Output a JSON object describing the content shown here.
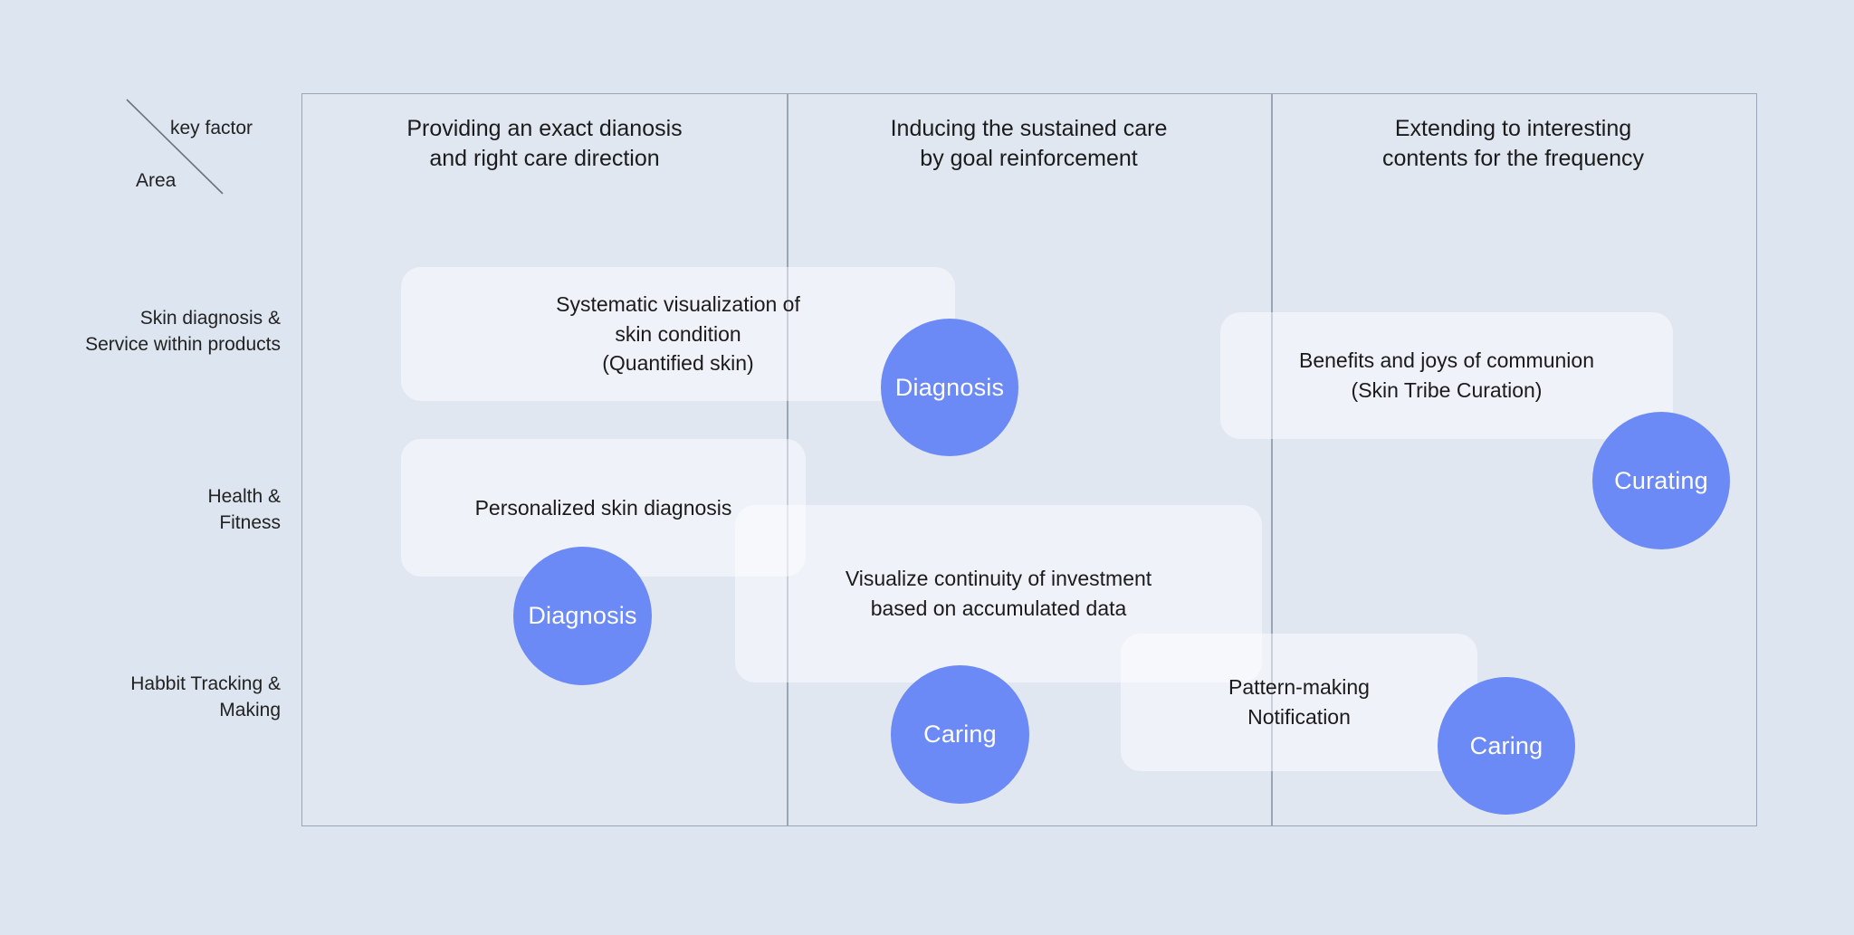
{
  "legend": {
    "key_factor_label": "key factor",
    "area_label": "Area"
  },
  "columns": [
    {
      "header": "Providing an exact dianosis\nand right care direction"
    },
    {
      "header": "Inducing the sustained care\nby goal reinforcement"
    },
    {
      "header": "Extending to interesting\ncontents for the frequency"
    }
  ],
  "rows": [
    {
      "label": "Skin diagnosis &\nService within products"
    },
    {
      "label": "Health &\nFitness"
    },
    {
      "label": "Habbit Tracking &\nMaking"
    }
  ],
  "cards": [
    {
      "text": "Systematic visualization of\nskin condition\n(Quantified skin)"
    },
    {
      "text": "Benefits and joys of communion\n(Skin Tribe Curation)"
    },
    {
      "text": "Personalized skin diagnosis"
    },
    {
      "text": "Visualize continuity of investment\nbased on accumulated data"
    },
    {
      "text": "Pattern-making\nNotification"
    }
  ],
  "badges": [
    {
      "label": "Diagnosis"
    },
    {
      "label": "Curating"
    },
    {
      "label": "Diagnosis"
    },
    {
      "label": "Caring"
    },
    {
      "label": "Caring"
    }
  ],
  "colors": {
    "background": "#dde5f0",
    "badge_blue": "#6c8af5",
    "frame_border": "#9aa5b8",
    "card_fill": "rgba(255,255,255,0.48)",
    "text": "#1b1b1b"
  }
}
